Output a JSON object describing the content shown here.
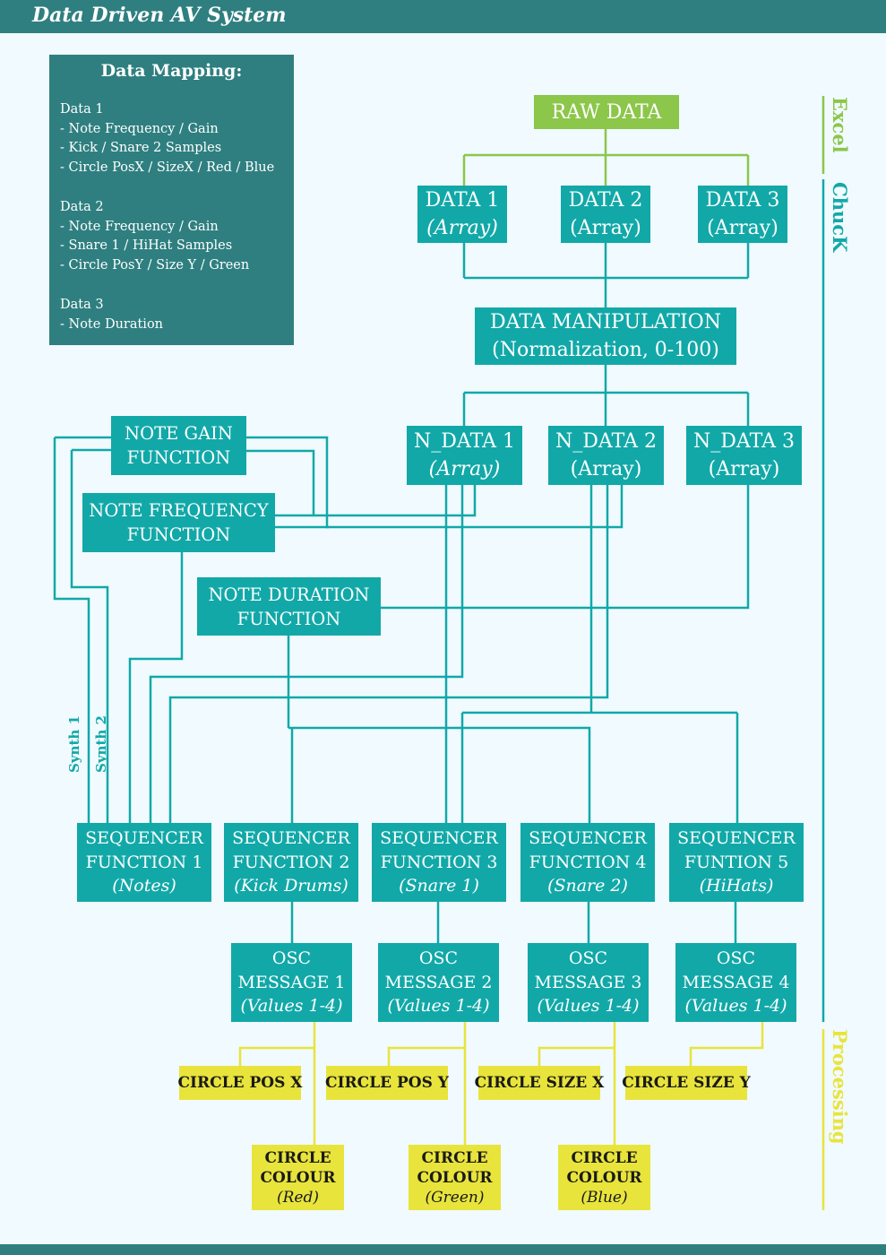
{
  "header": {
    "title": "Data Driven AV System"
  },
  "mapping": {
    "title": "Data Mapping:",
    "sections": [
      {
        "heading": "Data 1",
        "items": [
          "- Note Frequency / Gain",
          "- Kick / Snare 2 Samples",
          "- Circle PosX / SizeX / Red / Blue"
        ]
      },
      {
        "heading": "Data 2",
        "items": [
          "- Note Frequency / Gain",
          "- Snare 1 / HiHat Samples",
          "- Circle PosY / Size Y / Green"
        ]
      },
      {
        "heading": "Data 3",
        "items": [
          "- Note Duration"
        ]
      }
    ]
  },
  "stages": {
    "excel": "Excel",
    "chuck": "ChucK",
    "processing": "Processing"
  },
  "raw": "RAW DATA",
  "data": [
    {
      "title": "DATA 1",
      "sub": "(Array)"
    },
    {
      "title": "DATA 2",
      "sub": "(Array)"
    },
    {
      "title": "DATA 3",
      "sub": "(Array)"
    }
  ],
  "manip": {
    "title": "DATA MANIPULATION",
    "sub": "(Normalization, 0-100)"
  },
  "ndata": [
    {
      "title": "N_DATA 1",
      "sub": "(Array)"
    },
    {
      "title": "N_DATA 2",
      "sub": "(Array)"
    },
    {
      "title": "N_DATA 3",
      "sub": "(Array)"
    }
  ],
  "functions": {
    "gain": [
      "NOTE GAIN",
      "FUNCTION"
    ],
    "freq": [
      "NOTE FREQUENCY",
      "FUNCTION"
    ],
    "dur": [
      "NOTE DURATION",
      "FUNCTION"
    ]
  },
  "synth": [
    "Synth 1",
    "Synth 2"
  ],
  "sequencers": [
    {
      "l1": "SEQUENCER",
      "l2": "FUNCTION 1",
      "sub": "(Notes)"
    },
    {
      "l1": "SEQUENCER",
      "l2": "FUNCTION 2",
      "sub": "(Kick Drums)"
    },
    {
      "l1": "SEQUENCER",
      "l2": "FUNCTION 3",
      "sub": "(Snare 1)"
    },
    {
      "l1": "SEQUENCER",
      "l2": "FUNCTION 4",
      "sub": "(Snare 2)"
    },
    {
      "l1": "SEQUENCER",
      "l2": "FUNTION 5",
      "sub": "(HiHats)"
    }
  ],
  "osc": [
    {
      "l1": "OSC",
      "l2": "MESSAGE 1",
      "sub": "(Values 1-4)"
    },
    {
      "l1": "OSC",
      "l2": "MESSAGE 2",
      "sub": "(Values 1-4)"
    },
    {
      "l1": "OSC",
      "l2": "MESSAGE 3",
      "sub": "(Values 1-4)"
    },
    {
      "l1": "OSC",
      "l2": "MESSAGE 4",
      "sub": "(Values 1-4)"
    }
  ],
  "circle_props": [
    "CIRCLE POS X",
    "CIRCLE POS Y",
    "CIRCLE SIZE X",
    "CIRCLE SIZE Y"
  ],
  "circle_colours": [
    {
      "l1": "CIRCLE",
      "l2": "COLOUR",
      "sub": "(Red)"
    },
    {
      "l1": "CIRCLE",
      "l2": "COLOUR",
      "sub": "(Green)"
    },
    {
      "l1": "CIRCLE",
      "l2": "COLOUR",
      "sub": "(Blue)"
    }
  ],
  "colors": {
    "teal": "#12a8a8",
    "dark_teal": "#2f7f80",
    "green": "#8cc64a",
    "yellow": "#e8e43c"
  }
}
